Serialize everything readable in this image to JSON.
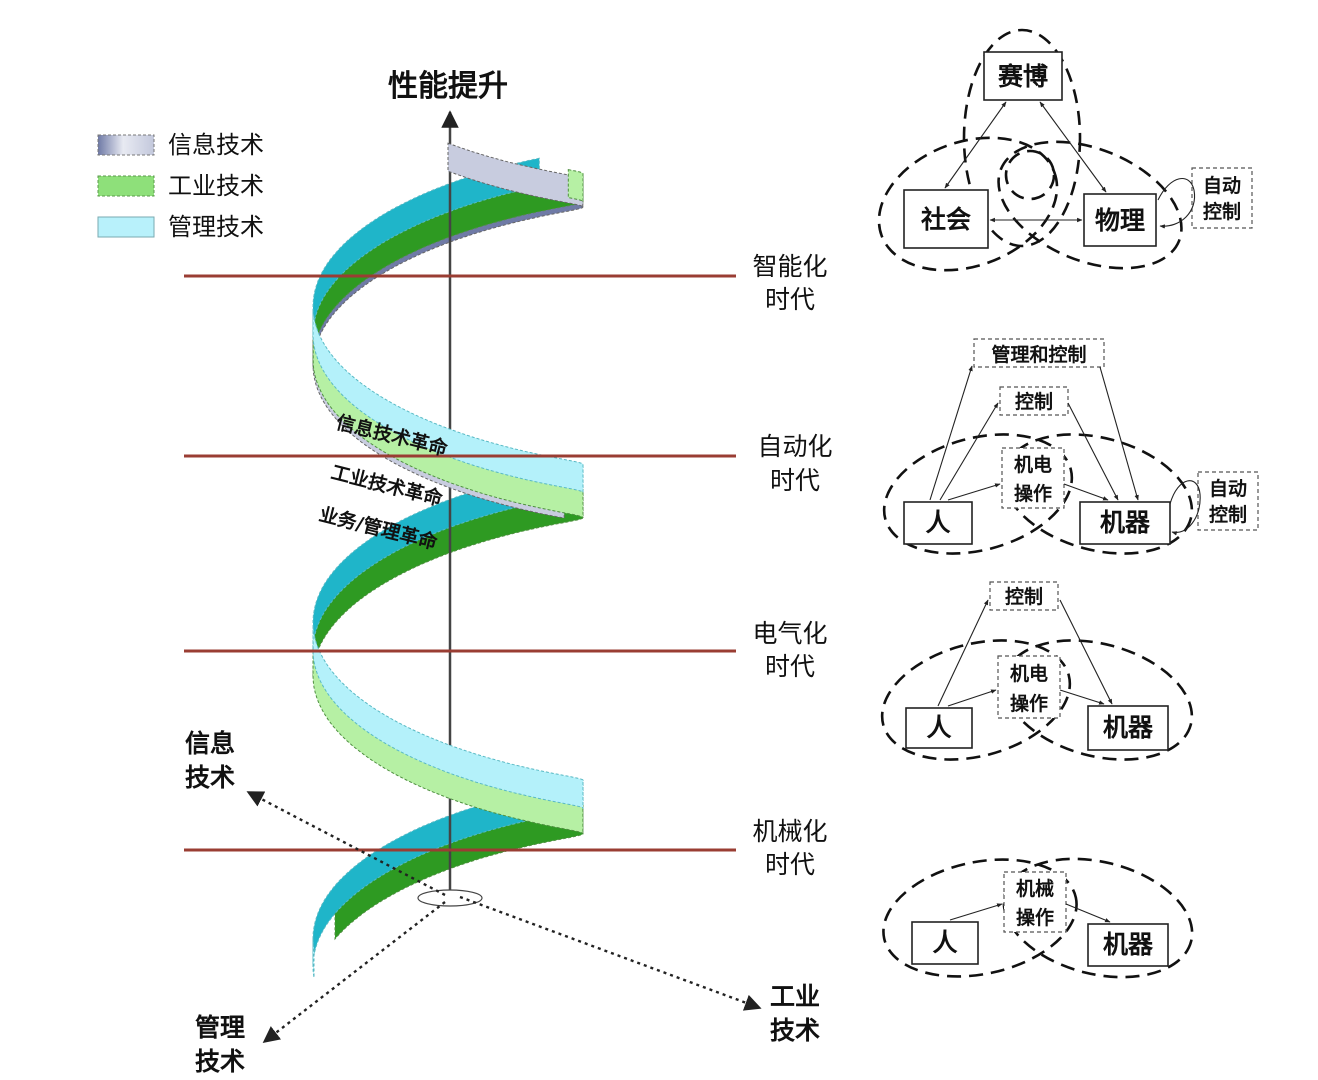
{
  "axis": {
    "vertical_label": "性能提升",
    "info_line1": "信息",
    "info_line2": "技术",
    "mgmt_line1": "管理",
    "mgmt_line2": "技术",
    "ind_line1": "工业",
    "ind_line2": "技术"
  },
  "legend": [
    {
      "label": "信息技术",
      "color": "#9ea6c8"
    },
    {
      "label": "工业技术",
      "color": "#8ee07a"
    },
    {
      "label": "管理技术",
      "color": "#b8f1fb"
    }
  ],
  "colors": {
    "info_band": "#c8ccdf",
    "info_band_dark": "#6f7aa6",
    "industry_band": "#b6f0a4",
    "industry_band_dark": "#2e9a22",
    "mgmt_band": "#b4f1fa",
    "mgmt_band_dark": "#1fb5c9",
    "era_line": "#9a3d33"
  },
  "band_labels": {
    "info": "信息技术革命",
    "industry": "工业技术革命",
    "mgmt": "业务/管理革命"
  },
  "eras": [
    {
      "line1": "智能化",
      "line2": "时代"
    },
    {
      "line1": "自动化",
      "line2": "时代"
    },
    {
      "line1": "电气化",
      "line2": "时代"
    },
    {
      "line1": "机械化",
      "line2": "时代"
    }
  ],
  "smart": {
    "cyber": "赛博",
    "society": "社会",
    "physical": "物理",
    "auto1": "自动",
    "auto2": "控制"
  },
  "automation": {
    "mgmt_control": "管理和控制",
    "control": "控制",
    "mech1": "机电",
    "mech2": "操作",
    "person": "人",
    "machine": "机器",
    "auto1": "自动",
    "auto2": "控制"
  },
  "electrification": {
    "control": "控制",
    "mech1": "机电",
    "mech2": "操作",
    "person": "人",
    "machine": "机器"
  },
  "mechanization": {
    "mech1": "机械",
    "mech2": "操作",
    "person": "人",
    "machine": "机器"
  }
}
